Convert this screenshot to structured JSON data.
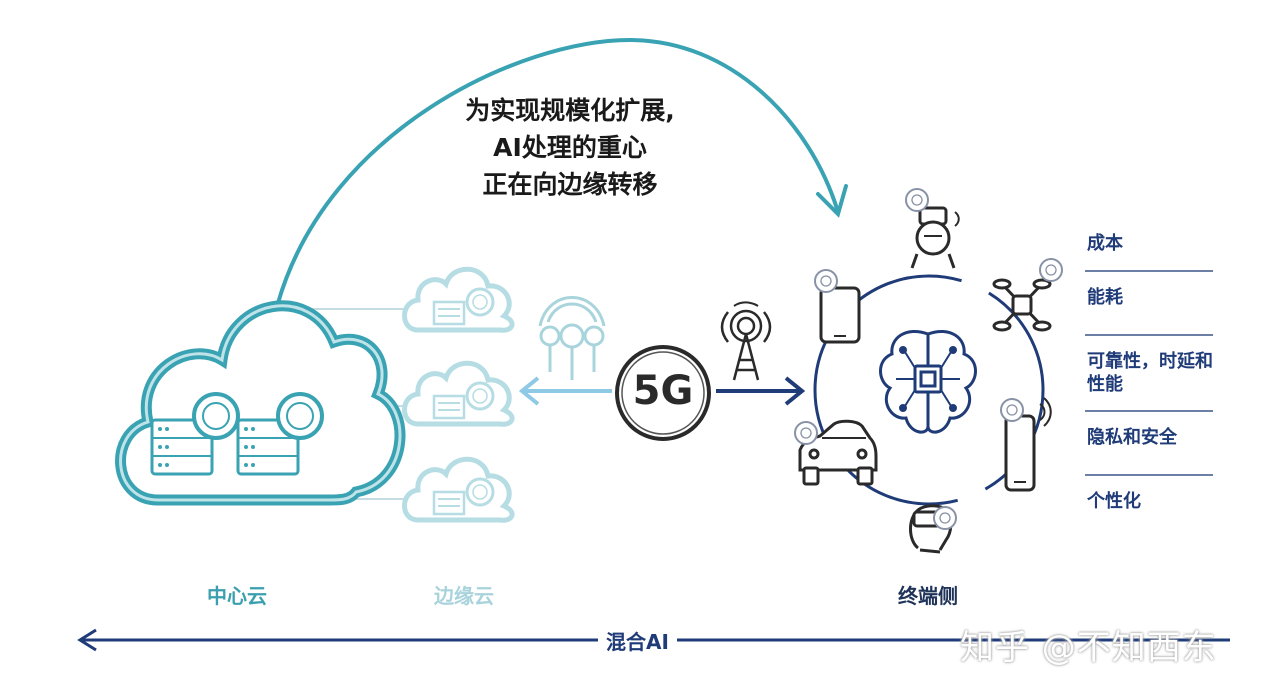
{
  "headline": {
    "line1": "为实现规模化扩展,",
    "line2": "AI处理的重心",
    "line3": "正在向边缘转移"
  },
  "labels": {
    "central_cloud": "中心云",
    "edge_cloud": "边缘云",
    "terminal_side": "终端侧",
    "hybrid_ai": "混合AI",
    "network": "5G"
  },
  "factors": [
    "成本",
    "能耗",
    "可靠性，时延和性能",
    "隐私和安全",
    "个性化"
  ],
  "watermark": "知乎 @不知西东",
  "colors": {
    "teal": "#39a3b3",
    "teal_light": "#a8d4dc",
    "navy": "#1f3b78",
    "dark": "#2a2a2a"
  },
  "icons": {
    "central_cloud": "cloud-server-icon",
    "edge_clouds": "edge-cloud-icon",
    "antenna_left": "antenna-signal-icon",
    "tower_right": "cell-tower-icon",
    "center": "ai-brain-chip-icon",
    "devices": [
      "tablet-icon",
      "robot-icon",
      "drone-icon",
      "phone-icon",
      "vr-headset-icon",
      "car-icon"
    ]
  }
}
